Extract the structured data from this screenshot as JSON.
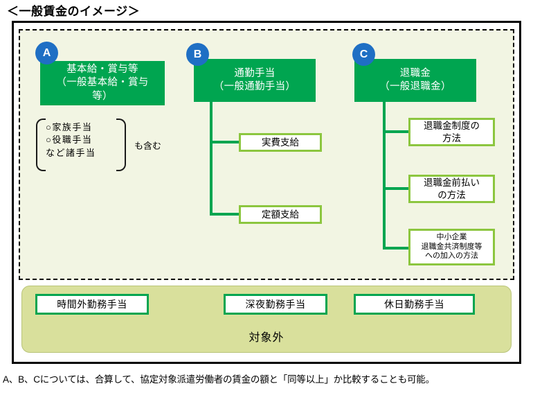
{
  "title": "＜一般賃金のイメージ＞",
  "colors": {
    "green_fill": "#00a550",
    "light_green_border": "#8cc63f",
    "badge_blue": "#1f6fc4",
    "cream_bg": "#f2f5e3",
    "olive_bg": "#d9e09c",
    "frame_black": "#000000"
  },
  "columns": [
    {
      "badge": "A",
      "heading": "基本給・賞与等\n（一般基本給・賞与等）",
      "heading_lines": [
        "基本給・賞与等",
        "（一般基本給・賞与",
        "等）"
      ],
      "branches": []
    },
    {
      "badge": "B",
      "heading": "通勤手当\n（一般通勤手当）",
      "heading_lines": [
        "通勤手当",
        "（一般通勤手当）"
      ],
      "branches": [
        {
          "label": "実費支給"
        },
        {
          "label": "定額支給"
        }
      ]
    },
    {
      "badge": "C",
      "heading": "退職金\n（一般退職金）",
      "heading_lines": [
        "退職金",
        "（一般退職金）"
      ],
      "branches": [
        {
          "label_lines": [
            "退職金制度の",
            "方法"
          ]
        },
        {
          "label_lines": [
            "退職金前払い",
            "の方法"
          ]
        },
        {
          "label_lines": [
            "中小企業",
            "退職金共済制度等",
            "への加入の方法"
          ]
        }
      ]
    }
  ],
  "allowance_note": {
    "items": [
      "○家族手当",
      "○役職手当",
      "など諸手当"
    ],
    "suffix": "も含む"
  },
  "excluded": {
    "boxes": [
      "時間外勤務手当",
      "深夜勤務手当",
      "休日勤務手当"
    ],
    "label": "対象外"
  },
  "footer_note": "A、B、Cについては、合算して、協定対象派遣労働者の賃金の額と「同等以上」か比較することも可能。"
}
